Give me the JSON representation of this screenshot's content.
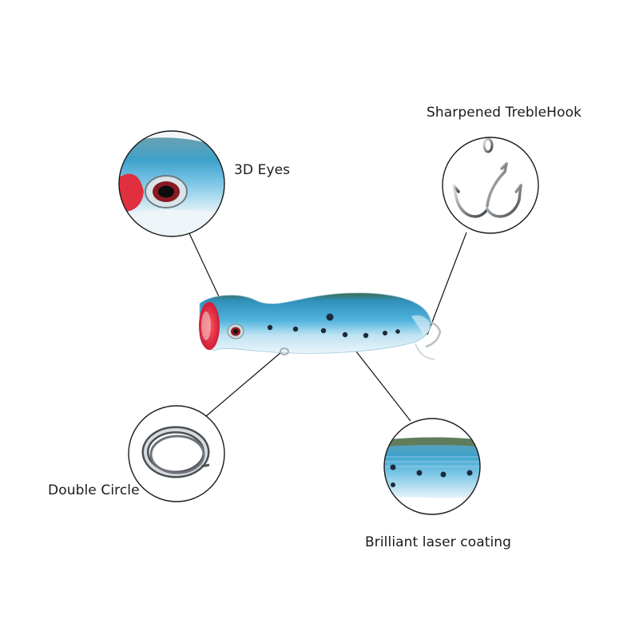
{
  "labels": {
    "eyes": "3D Eyes",
    "hook": "Sharpened TrebleHook",
    "ring": "Double Circle",
    "coating": "Brilliant laser coating"
  },
  "colors": {
    "body_blue": "#3f9fc8",
    "belly": "#dbeef8",
    "head_red": "#e0303f",
    "back_dark": "#2f5a48",
    "metal": "#9ea3a8"
  }
}
